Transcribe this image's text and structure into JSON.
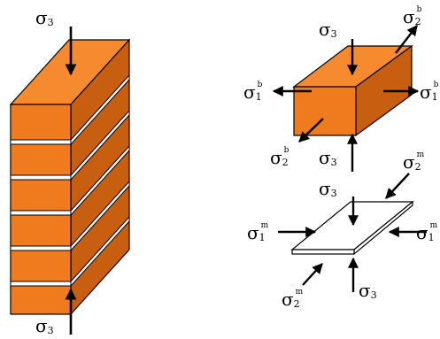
{
  "colors": {
    "brick_front": "#f07a1e",
    "brick_top": "#f58a2e",
    "brick_side": "#c85f10",
    "mortar": "#ffffff",
    "outline": "#000000",
    "mortar_plate": "#ffffff"
  },
  "symbol": "σ",
  "labels": {
    "column_top": {
      "symbol": "σ",
      "sub": "3",
      "sup": ""
    },
    "column_bottom": {
      "symbol": "σ",
      "sub": "3",
      "sup": ""
    },
    "brick_top": {
      "symbol": "σ",
      "sub": "3",
      "sup": ""
    },
    "brick_bottom": {
      "symbol": "σ",
      "sub": "3",
      "sup": ""
    },
    "brick_left": {
      "symbol": "σ",
      "sub": "1",
      "sup": "b"
    },
    "brick_right": {
      "symbol": "σ",
      "sub": "1",
      "sup": "b"
    },
    "brick_back": {
      "symbol": "σ",
      "sub": "2",
      "sup": "b"
    },
    "brick_front": {
      "symbol": "σ",
      "sub": "2",
      "sup": "b"
    },
    "mortar_top": {
      "symbol": "σ",
      "sub": "3",
      "sup": ""
    },
    "mortar_bottom": {
      "symbol": "σ",
      "sub": "3",
      "sup": ""
    },
    "mortar_left": {
      "symbol": "σ",
      "sub": "1",
      "sup": "m"
    },
    "mortar_right": {
      "symbol": "σ",
      "sub": "1",
      "sup": "m"
    },
    "mortar_back": {
      "symbol": "σ",
      "sub": "2",
      "sup": "m"
    },
    "mortar_front": {
      "symbol": "σ",
      "sub": "2",
      "sup": "m"
    }
  }
}
